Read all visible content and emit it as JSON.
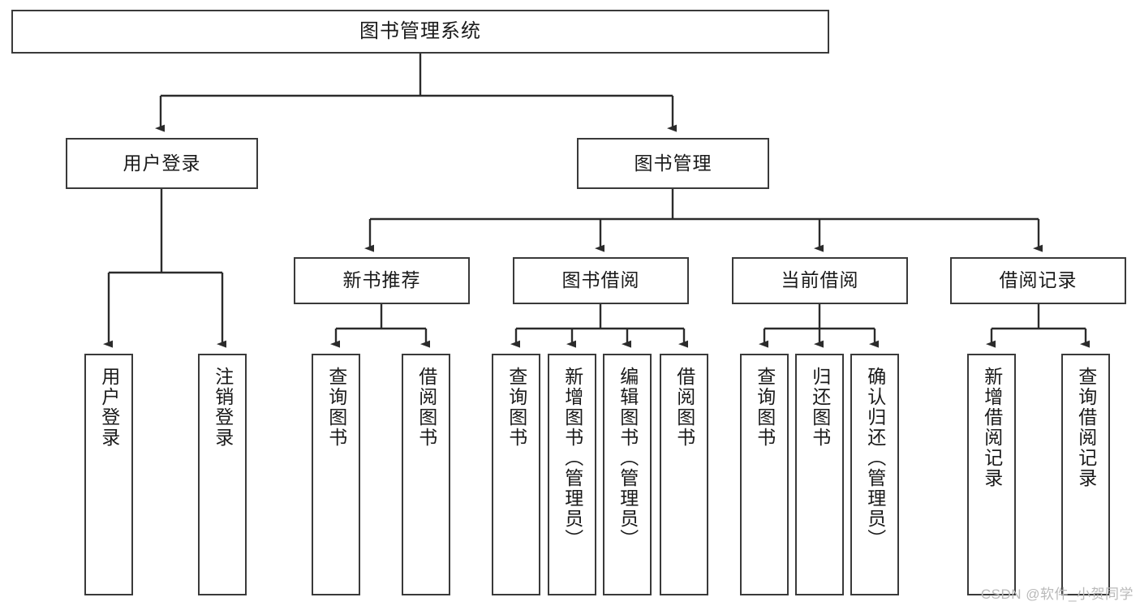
{
  "diagram": {
    "title": "图书管理系统",
    "type": "functional-decomposition-tree",
    "watermark": "CSDN @软件_小贺同学",
    "colors": {
      "box_border": "#3a3a3a",
      "box_fill": "#ffffff",
      "connector": "#2b2b2b",
      "text": "#1a1a1a",
      "watermark": "#b9b9b9"
    },
    "levels": {
      "root": {
        "label": "图书管理系统"
      },
      "level2": [
        {
          "label": "用户登录"
        },
        {
          "label": "图书管理"
        }
      ],
      "level3": [
        {
          "label": "新书推荐"
        },
        {
          "label": "图书借阅"
        },
        {
          "label": "当前借阅"
        },
        {
          "label": "借阅记录"
        }
      ],
      "leaves": {
        "user_login": [
          {
            "label": "用户登录"
          },
          {
            "label": "注销登录"
          }
        ],
        "new_book_recommend": [
          {
            "label": "查询图书"
          },
          {
            "label": "借阅图书"
          }
        ],
        "book_borrow": [
          {
            "label": "查询图书"
          },
          {
            "label": "新增图书（管理员）"
          },
          {
            "label": "编辑图书（管理员）"
          },
          {
            "label": "借阅图书"
          }
        ],
        "current_borrow": [
          {
            "label": "查询图书"
          },
          {
            "label": "归还图书"
          },
          {
            "label": "确认归还（管理员）"
          }
        ],
        "borrow_record": [
          {
            "label": "新增借阅记录"
          },
          {
            "label": "查询借阅记录"
          }
        ]
      }
    }
  }
}
